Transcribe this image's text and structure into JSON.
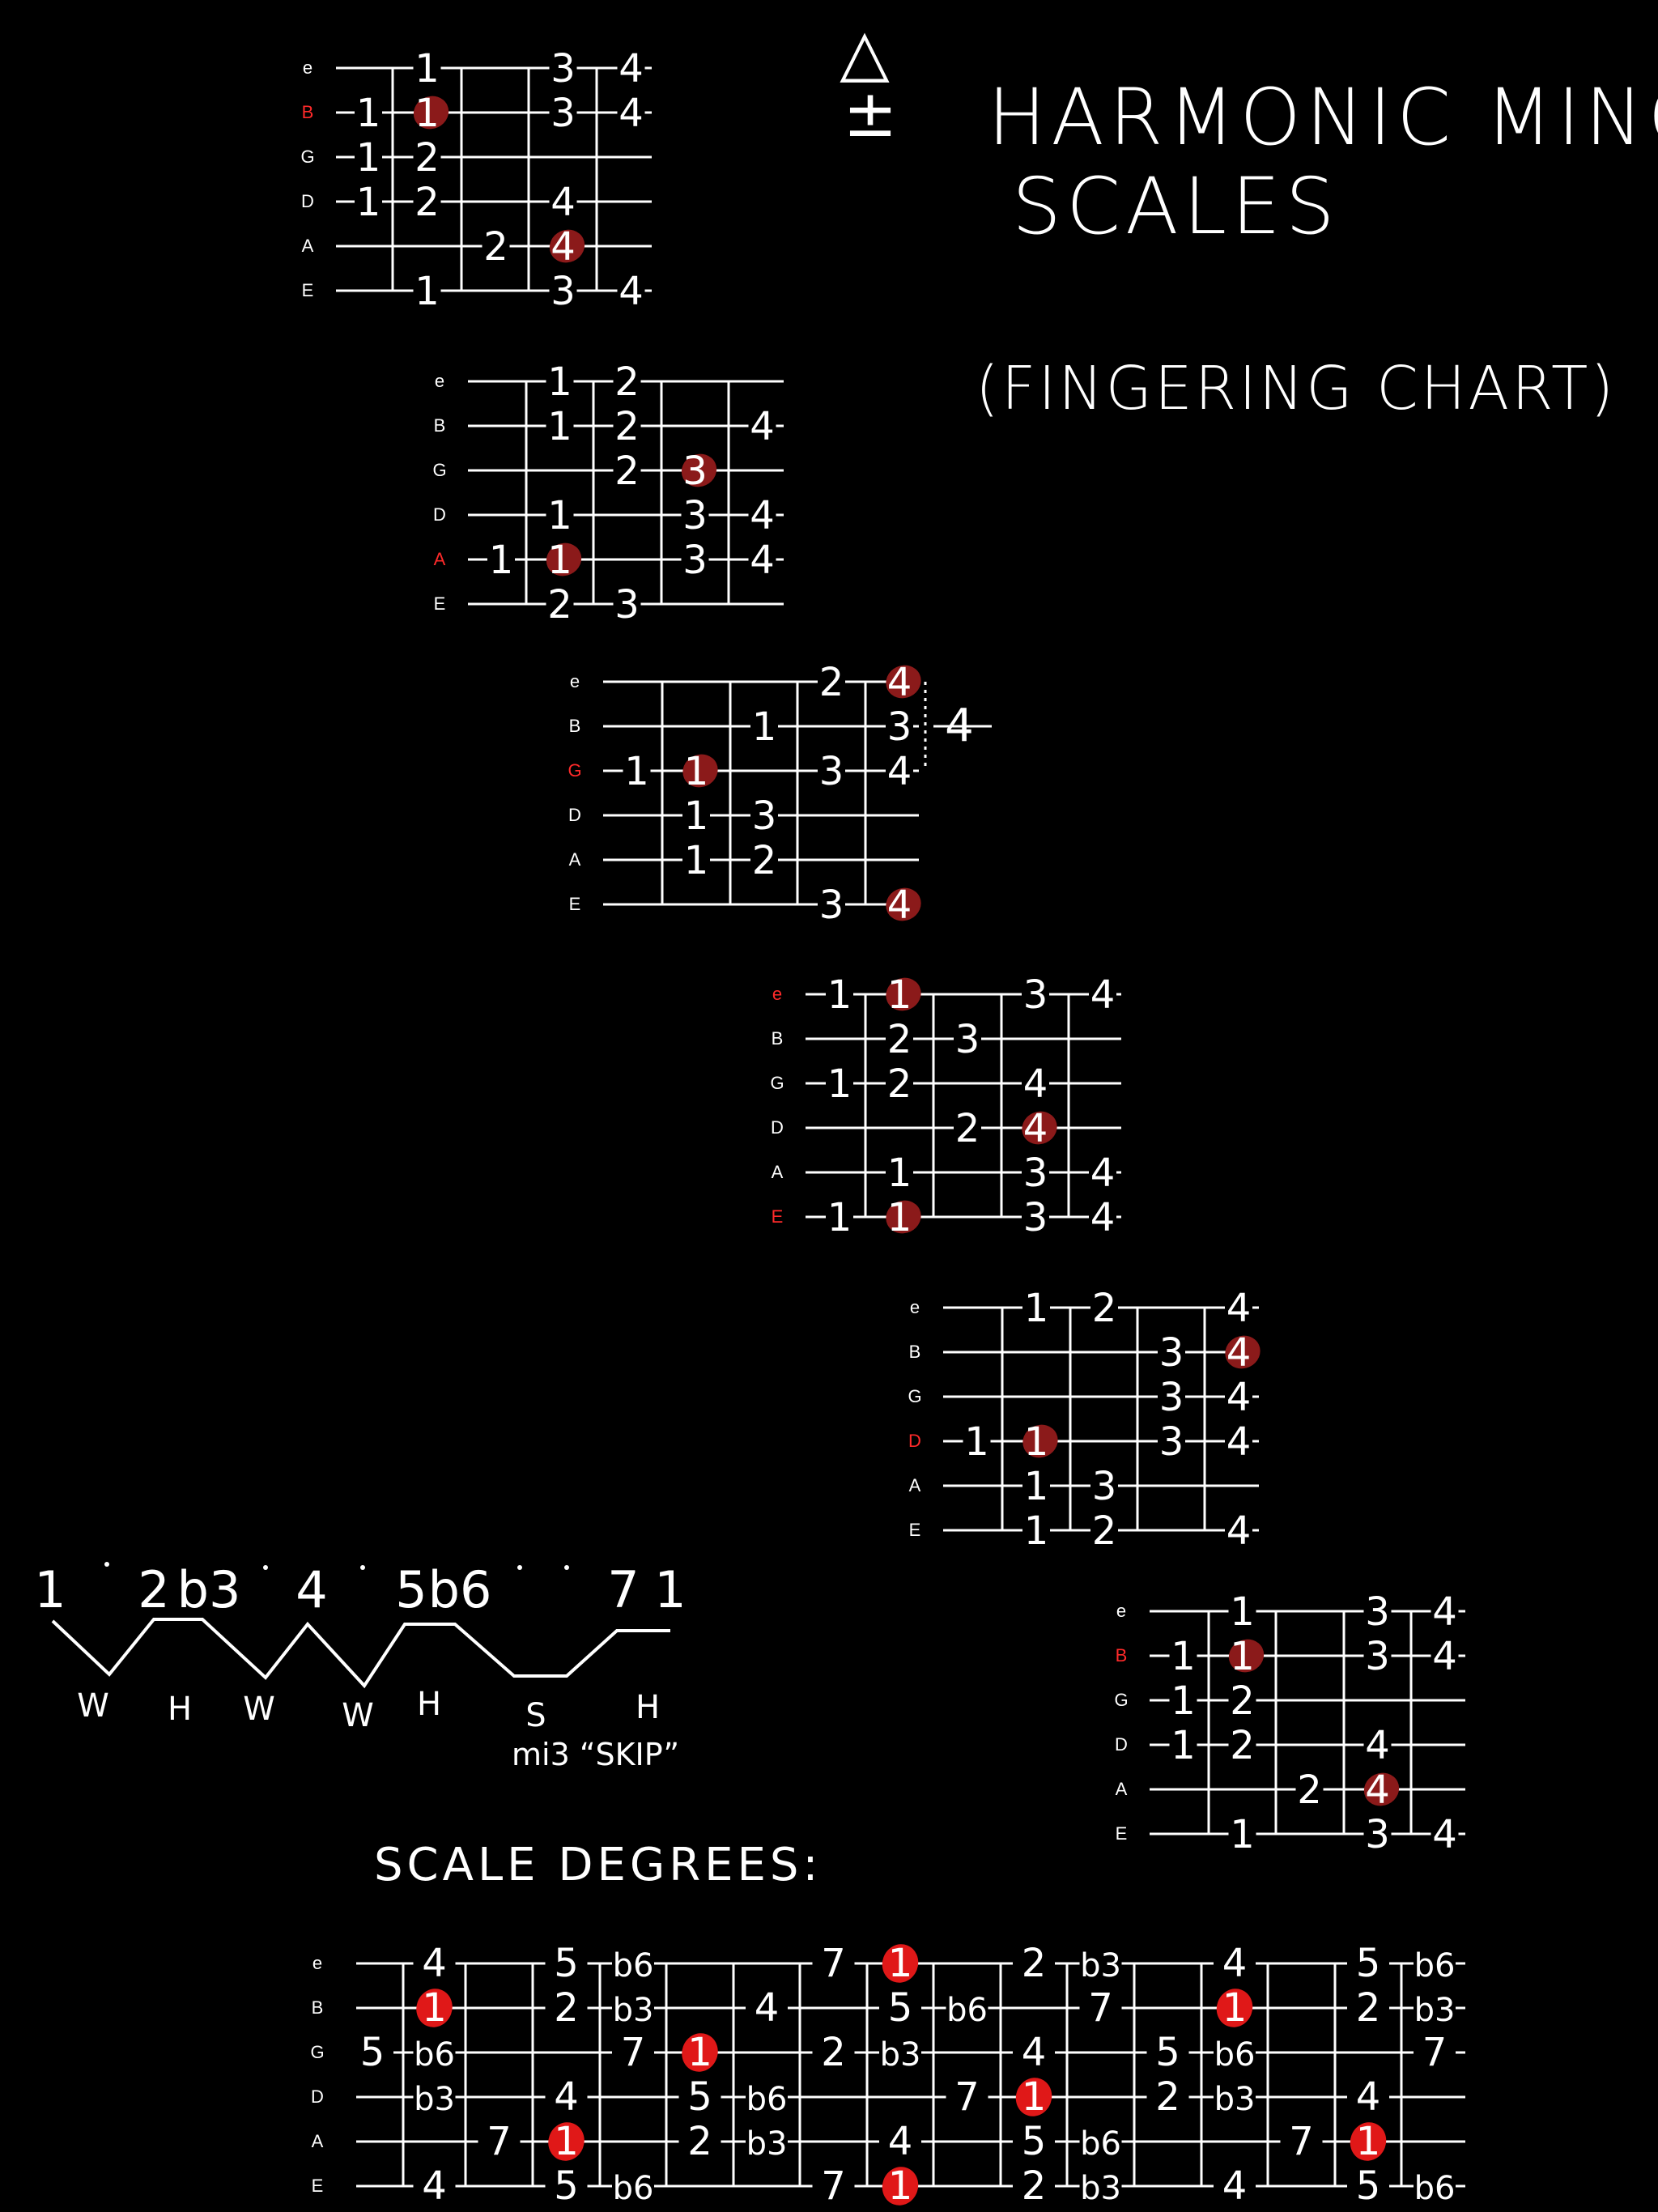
{
  "title": {
    "line1": "HARMONIC MINOR",
    "line2": "SCALES",
    "subtitle": "(FINGERING CHART)"
  },
  "symbol": {
    "top": "△",
    "bottom": "±"
  },
  "colors": {
    "background": "#000000",
    "line": "#ffffff",
    "root_label": "#ff2a2a",
    "root_dot": "#8b1a1a",
    "root_dot_bright": "#e01818"
  },
  "strings": [
    "e",
    "B",
    "G",
    "D",
    "A",
    "E"
  ],
  "diagrams": [
    {
      "root_string": 1,
      "notes": [
        {
          "s": 0,
          "f": 1,
          "t": "1"
        },
        {
          "s": 0,
          "f": 3,
          "t": "3"
        },
        {
          "s": 0,
          "f": 4,
          "t": "4"
        },
        {
          "s": 1,
          "f": 0,
          "t": "1"
        },
        {
          "s": 1,
          "f": 1,
          "t": "1",
          "root": true
        },
        {
          "s": 1,
          "f": 3,
          "t": "3"
        },
        {
          "s": 1,
          "f": 4,
          "t": "4"
        },
        {
          "s": 2,
          "f": 0,
          "t": "1"
        },
        {
          "s": 2,
          "f": 1,
          "t": "2"
        },
        {
          "s": 3,
          "f": 0,
          "t": "1"
        },
        {
          "s": 3,
          "f": 1,
          "t": "2"
        },
        {
          "s": 3,
          "f": 3,
          "t": "4"
        },
        {
          "s": 4,
          "f": 2,
          "t": "2"
        },
        {
          "s": 4,
          "f": 3,
          "t": "4",
          "root": true
        },
        {
          "s": 5,
          "f": 1,
          "t": "1"
        },
        {
          "s": 5,
          "f": 3,
          "t": "3"
        },
        {
          "s": 5,
          "f": 4,
          "t": "4"
        }
      ]
    },
    {
      "root_string": 4,
      "notes": [
        {
          "s": 0,
          "f": 1,
          "t": "1"
        },
        {
          "s": 0,
          "f": 2,
          "t": "2"
        },
        {
          "s": 1,
          "f": 1,
          "t": "1"
        },
        {
          "s": 1,
          "f": 2,
          "t": "2"
        },
        {
          "s": 1,
          "f": 4,
          "t": "4"
        },
        {
          "s": 2,
          "f": 2,
          "t": "2"
        },
        {
          "s": 2,
          "f": 3,
          "t": "3",
          "root": true
        },
        {
          "s": 3,
          "f": 1,
          "t": "1"
        },
        {
          "s": 3,
          "f": 3,
          "t": "3"
        },
        {
          "s": 3,
          "f": 4,
          "t": "4"
        },
        {
          "s": 4,
          "f": 0,
          "t": "1"
        },
        {
          "s": 4,
          "f": 1,
          "t": "1",
          "root": true
        },
        {
          "s": 4,
          "f": 3,
          "t": "3"
        },
        {
          "s": 4,
          "f": 4,
          "t": "4"
        },
        {
          "s": 5,
          "f": 1,
          "t": "2"
        },
        {
          "s": 5,
          "f": 2,
          "t": "3"
        }
      ]
    },
    {
      "root_string": 2,
      "extra_note": "4",
      "notes": [
        {
          "s": 0,
          "f": 3,
          "t": "2"
        },
        {
          "s": 0,
          "f": 4,
          "t": "4",
          "root": true
        },
        {
          "s": 1,
          "f": 2,
          "t": "1"
        },
        {
          "s": 1,
          "f": 4,
          "t": "3"
        },
        {
          "s": 2,
          "f": 0,
          "t": "1"
        },
        {
          "s": 2,
          "f": 1,
          "t": "1",
          "root": true
        },
        {
          "s": 2,
          "f": 3,
          "t": "3"
        },
        {
          "s": 2,
          "f": 4,
          "t": "4"
        },
        {
          "s": 3,
          "f": 1,
          "t": "1"
        },
        {
          "s": 3,
          "f": 2,
          "t": "3"
        },
        {
          "s": 4,
          "f": 1,
          "t": "1"
        },
        {
          "s": 4,
          "f": 2,
          "t": "2"
        },
        {
          "s": 5,
          "f": 3,
          "t": "3"
        },
        {
          "s": 5,
          "f": 4,
          "t": "4",
          "root": true
        }
      ]
    },
    {
      "root_string": 0,
      "root_string_2": 5,
      "notes": [
        {
          "s": 0,
          "f": 0,
          "t": "1"
        },
        {
          "s": 0,
          "f": 1,
          "t": "1",
          "root": true
        },
        {
          "s": 0,
          "f": 3,
          "t": "3"
        },
        {
          "s": 0,
          "f": 4,
          "t": "4"
        },
        {
          "s": 1,
          "f": 1,
          "t": "2"
        },
        {
          "s": 1,
          "f": 2,
          "t": "3"
        },
        {
          "s": 2,
          "f": 0,
          "t": "1"
        },
        {
          "s": 2,
          "f": 1,
          "t": "2"
        },
        {
          "s": 2,
          "f": 3,
          "t": "4"
        },
        {
          "s": 3,
          "f": 2,
          "t": "2"
        },
        {
          "s": 3,
          "f": 3,
          "t": "4",
          "root": true
        },
        {
          "s": 4,
          "f": 1,
          "t": "1"
        },
        {
          "s": 4,
          "f": 3,
          "t": "3"
        },
        {
          "s": 4,
          "f": 4,
          "t": "4"
        },
        {
          "s": 5,
          "f": 0,
          "t": "1"
        },
        {
          "s": 5,
          "f": 1,
          "t": "1",
          "root": true
        },
        {
          "s": 5,
          "f": 3,
          "t": "3"
        },
        {
          "s": 5,
          "f": 4,
          "t": "4"
        }
      ]
    },
    {
      "root_string": 3,
      "notes": [
        {
          "s": 0,
          "f": 1,
          "t": "1"
        },
        {
          "s": 0,
          "f": 2,
          "t": "2"
        },
        {
          "s": 0,
          "f": 4,
          "t": "4"
        },
        {
          "s": 1,
          "f": 3,
          "t": "3"
        },
        {
          "s": 1,
          "f": 4,
          "t": "4",
          "root": true
        },
        {
          "s": 2,
          "f": 3,
          "t": "3"
        },
        {
          "s": 2,
          "f": 4,
          "t": "4"
        },
        {
          "s": 3,
          "f": 0,
          "t": "1"
        },
        {
          "s": 3,
          "f": 1,
          "t": "1",
          "root": true
        },
        {
          "s": 3,
          "f": 3,
          "t": "3"
        },
        {
          "s": 3,
          "f": 4,
          "t": "4"
        },
        {
          "s": 4,
          "f": 1,
          "t": "1"
        },
        {
          "s": 4,
          "f": 2,
          "t": "3"
        },
        {
          "s": 5,
          "f": 1,
          "t": "1"
        },
        {
          "s": 5,
          "f": 2,
          "t": "2"
        },
        {
          "s": 5,
          "f": 4,
          "t": "4"
        }
      ]
    },
    {
      "root_string": 1,
      "notes": [
        {
          "s": 0,
          "f": 1,
          "t": "1"
        },
        {
          "s": 0,
          "f": 3,
          "t": "3"
        },
        {
          "s": 0,
          "f": 4,
          "t": "4"
        },
        {
          "s": 1,
          "f": 0,
          "t": "1"
        },
        {
          "s": 1,
          "f": 1,
          "t": "1",
          "root": true
        },
        {
          "s": 1,
          "f": 3,
          "t": "3"
        },
        {
          "s": 1,
          "f": 4,
          "t": "4"
        },
        {
          "s": 2,
          "f": 0,
          "t": "1"
        },
        {
          "s": 2,
          "f": 1,
          "t": "2"
        },
        {
          "s": 3,
          "f": 0,
          "t": "1"
        },
        {
          "s": 3,
          "f": 1,
          "t": "2"
        },
        {
          "s": 3,
          "f": 3,
          "t": "4"
        },
        {
          "s": 4,
          "f": 2,
          "t": "2"
        },
        {
          "s": 4,
          "f": 3,
          "t": "4",
          "root": true
        },
        {
          "s": 5,
          "f": 1,
          "t": "1"
        },
        {
          "s": 5,
          "f": 3,
          "t": "3"
        },
        {
          "s": 5,
          "f": 4,
          "t": "4"
        }
      ]
    }
  ],
  "intervals": {
    "degrees": [
      "1",
      "2",
      "b3",
      "4",
      "5",
      "b6",
      "7",
      "1"
    ],
    "steps": [
      "W",
      "H",
      "W",
      "W",
      "H",
      "S",
      "H"
    ],
    "skip_note": "mi3 “SKIP”"
  },
  "scale_degrees": {
    "heading": "SCALE DEGREES:",
    "notes": [
      {
        "s": 0,
        "f": 1,
        "t": "4"
      },
      {
        "s": 0,
        "f": 3,
        "t": "5"
      },
      {
        "s": 0,
        "f": 4,
        "t": "b6"
      },
      {
        "s": 0,
        "f": 7,
        "t": "7"
      },
      {
        "s": 0,
        "f": 8,
        "t": "1",
        "root": true
      },
      {
        "s": 0,
        "f": 10,
        "t": "2"
      },
      {
        "s": 0,
        "f": 11,
        "t": "b3"
      },
      {
        "s": 0,
        "f": 13,
        "t": "4"
      },
      {
        "s": 0,
        "f": 15,
        "t": "5"
      },
      {
        "s": 0,
        "f": 16,
        "t": "b6"
      },
      {
        "s": 1,
        "f": 1,
        "t": "1",
        "root": true
      },
      {
        "s": 1,
        "f": 3,
        "t": "2"
      },
      {
        "s": 1,
        "f": 4,
        "t": "b3"
      },
      {
        "s": 1,
        "f": 6,
        "t": "4"
      },
      {
        "s": 1,
        "f": 8,
        "t": "5"
      },
      {
        "s": 1,
        "f": 9,
        "t": "b6"
      },
      {
        "s": 1,
        "f": 11,
        "t": "7"
      },
      {
        "s": 1,
        "f": 13,
        "t": "1",
        "root": true
      },
      {
        "s": 1,
        "f": 15,
        "t": "2"
      },
      {
        "s": 1,
        "f": 16,
        "t": "b3"
      },
      {
        "s": 2,
        "f": 0,
        "t": "5"
      },
      {
        "s": 2,
        "f": 1,
        "t": "b6"
      },
      {
        "s": 2,
        "f": 4,
        "t": "7"
      },
      {
        "s": 2,
        "f": 5,
        "t": "1",
        "root": true
      },
      {
        "s": 2,
        "f": 7,
        "t": "2"
      },
      {
        "s": 2,
        "f": 8,
        "t": "b3"
      },
      {
        "s": 2,
        "f": 10,
        "t": "4"
      },
      {
        "s": 2,
        "f": 12,
        "t": "5"
      },
      {
        "s": 2,
        "f": 13,
        "t": "b6"
      },
      {
        "s": 2,
        "f": 16,
        "t": "7"
      },
      {
        "s": 3,
        "f": 1,
        "t": "b3"
      },
      {
        "s": 3,
        "f": 3,
        "t": "4"
      },
      {
        "s": 3,
        "f": 5,
        "t": "5"
      },
      {
        "s": 3,
        "f": 6,
        "t": "b6"
      },
      {
        "s": 3,
        "f": 9,
        "t": "7"
      },
      {
        "s": 3,
        "f": 10,
        "t": "1",
        "root": true
      },
      {
        "s": 3,
        "f": 12,
        "t": "2"
      },
      {
        "s": 3,
        "f": 13,
        "t": "b3"
      },
      {
        "s": 3,
        "f": 15,
        "t": "4"
      },
      {
        "s": 4,
        "f": 2,
        "t": "7"
      },
      {
        "s": 4,
        "f": 3,
        "t": "1",
        "root": true
      },
      {
        "s": 4,
        "f": 5,
        "t": "2"
      },
      {
        "s": 4,
        "f": 6,
        "t": "b3"
      },
      {
        "s": 4,
        "f": 8,
        "t": "4"
      },
      {
        "s": 4,
        "f": 10,
        "t": "5"
      },
      {
        "s": 4,
        "f": 11,
        "t": "b6"
      },
      {
        "s": 4,
        "f": 14,
        "t": "7"
      },
      {
        "s": 4,
        "f": 15,
        "t": "1",
        "root": true
      },
      {
        "s": 5,
        "f": 1,
        "t": "4"
      },
      {
        "s": 5,
        "f": 3,
        "t": "5"
      },
      {
        "s": 5,
        "f": 4,
        "t": "b6"
      },
      {
        "s": 5,
        "f": 7,
        "t": "7"
      },
      {
        "s": 5,
        "f": 8,
        "t": "1",
        "root": true
      },
      {
        "s": 5,
        "f": 10,
        "t": "2"
      },
      {
        "s": 5,
        "f": 11,
        "t": "b3"
      },
      {
        "s": 5,
        "f": 13,
        "t": "4"
      },
      {
        "s": 5,
        "f": 15,
        "t": "5"
      },
      {
        "s": 5,
        "f": 16,
        "t": "b6"
      }
    ]
  }
}
